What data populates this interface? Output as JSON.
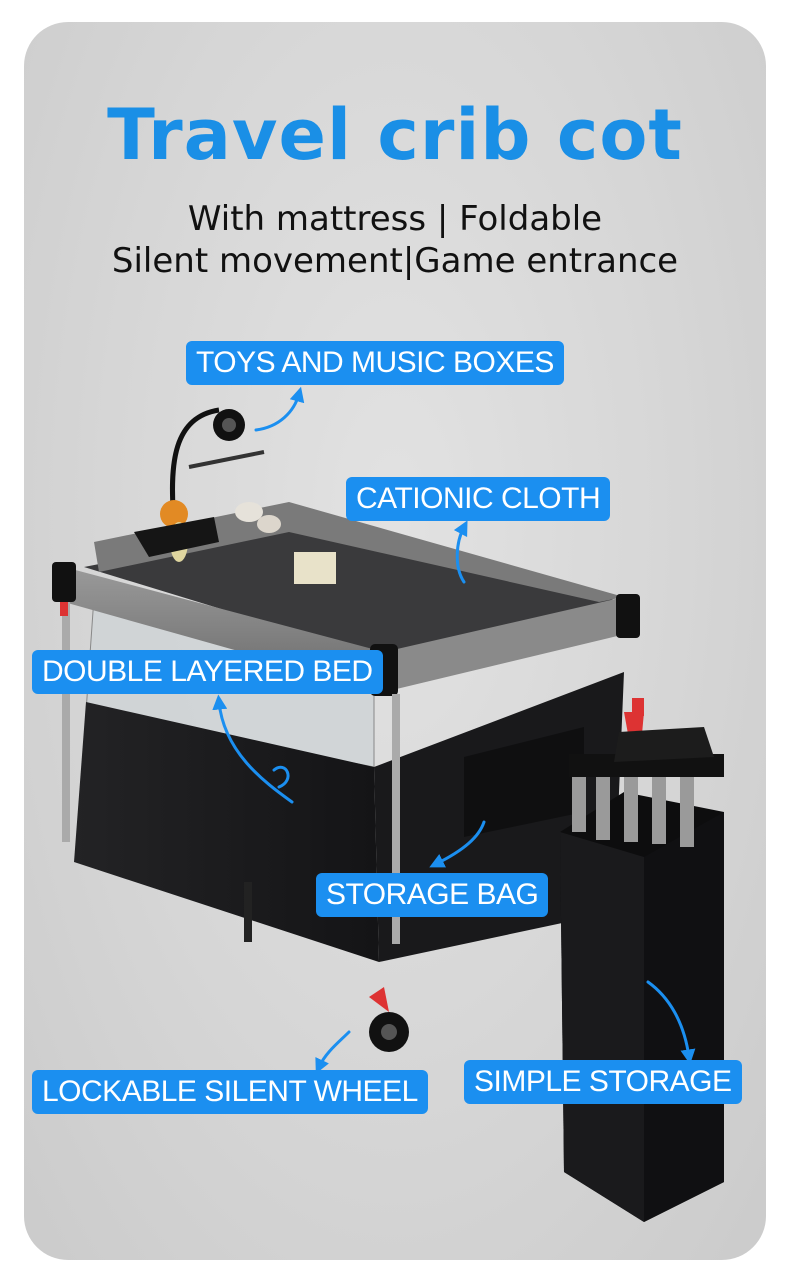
{
  "title": "Travel crib cot",
  "subtitle_line1": "With mattress | Foldable",
  "subtitle_line2": "Silent movement|Game entrance",
  "labels": {
    "toys": "TOYS AND MUSIC BOXES",
    "cloth": "CATIONIC CLOTH",
    "bed": "DOUBLE LAYERED BED",
    "storage_bag": "STORAGE BAG",
    "wheel": "LOCKABLE SILENT WHEEL",
    "simple_storage": "SIMPLE STORAGE"
  },
  "colors": {
    "accent": "#1b8ff0",
    "title": "#1a8fe6",
    "background": "#d8d8d8",
    "crib_fabric": "#1c1c1e",
    "crib_rail": "#7d7d7d"
  }
}
